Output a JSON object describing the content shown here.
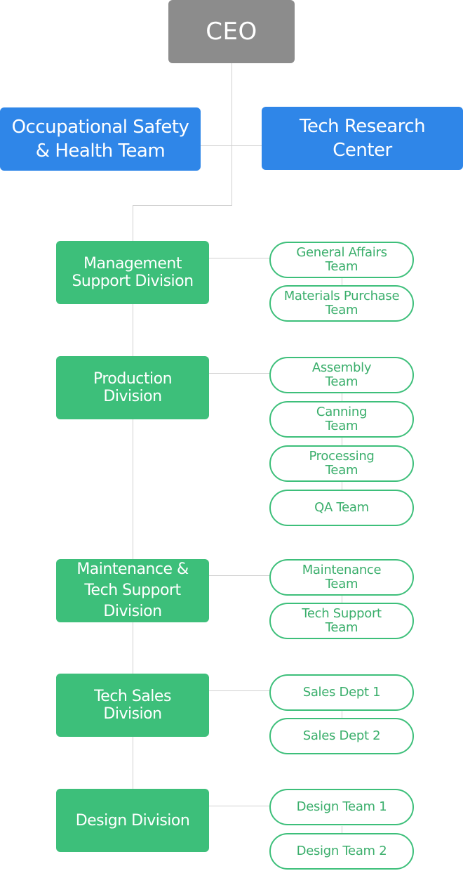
{
  "ceo": {
    "label": "CEO"
  },
  "staff": {
    "safety": "Occupational Safety\n& Health Team",
    "research": "Tech Research\nCenter"
  },
  "divisions": [
    {
      "label": "Management\nSupport Division",
      "teams": [
        "General Affairs\nTeam",
        "Materials Purchase\nTeam"
      ]
    },
    {
      "label": "Production\nDivision",
      "teams": [
        "Assembly\nTeam",
        "Canning\nTeam",
        "Processing\nTeam",
        "QA Team"
      ]
    },
    {
      "label": "Maintenance &\nTech Support\nDivision",
      "teams": [
        "Maintenance\nTeam",
        "Tech Support\nTeam"
      ]
    },
    {
      "label": "Tech Sales\nDivision",
      "teams": [
        "Sales Dept 1",
        "Sales Dept 2"
      ]
    },
    {
      "label": "Design Division",
      "teams": [
        "Design Team 1",
        "Design Team 2"
      ]
    }
  ],
  "colors": {
    "ceo": "#8c8c8c",
    "staff": "#2f86e8",
    "division": "#3dbf7a",
    "team_border": "#3dbf7a",
    "team_text": "#3aae6b",
    "connector": "#d0d0d0"
  }
}
